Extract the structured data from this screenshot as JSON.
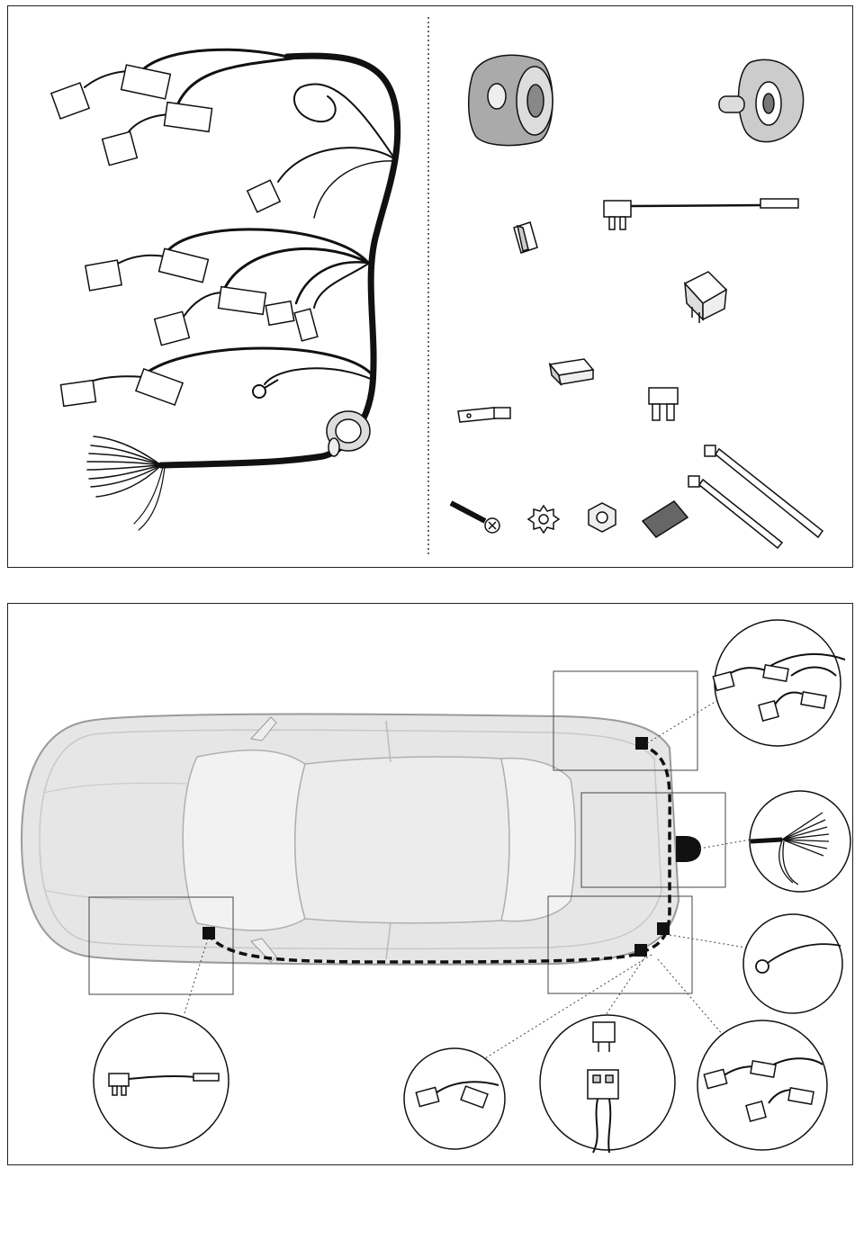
{
  "diagram": {
    "kit_contents_panel": {
      "items": [
        {
          "name": "wiring-harness"
        },
        {
          "name": "trailer-socket"
        },
        {
          "name": "socket-gasket"
        },
        {
          "name": "fuse-holder-wire"
        },
        {
          "name": "connector-block"
        },
        {
          "name": "relay"
        },
        {
          "name": "bullet-connector"
        },
        {
          "name": "blade-terminal"
        },
        {
          "name": "mini-fuse"
        },
        {
          "name": "screw"
        },
        {
          "name": "lock-washer"
        },
        {
          "name": "nut"
        },
        {
          "name": "foam-pad"
        },
        {
          "name": "cable-tie-long"
        },
        {
          "name": "cable-tie-short"
        }
      ]
    },
    "installation_panel": {
      "vehicle": "sedan-top-view",
      "route_style": "dashed",
      "detail_callouts": [
        "rear-left-light-connectors",
        "socket-wire-bundle",
        "ground-ring-terminal",
        "rear-right-light-connectors",
        "relay-connector",
        "center-connector",
        "front-fuse-holder"
      ]
    },
    "colors": {
      "line": "#1a1a1a",
      "car_fill": "#e6e6e6",
      "car_shadow": "#bcbcbc"
    }
  }
}
